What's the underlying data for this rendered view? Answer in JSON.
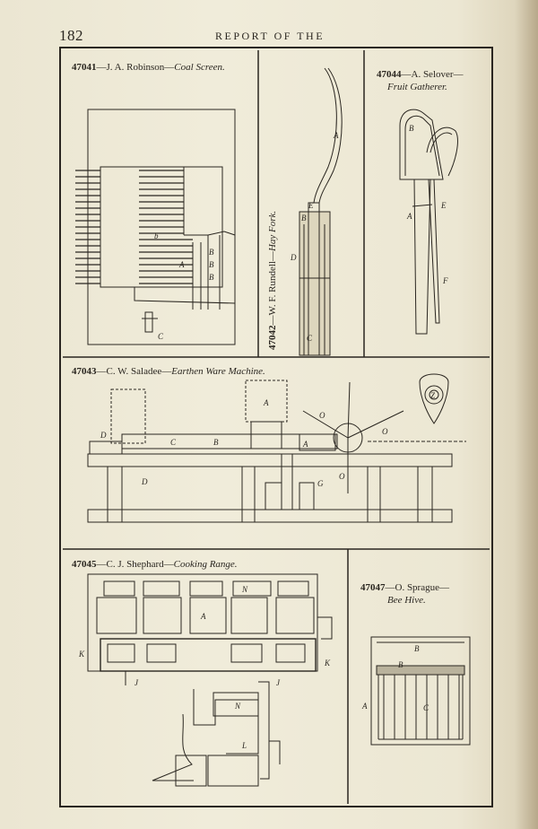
{
  "header": {
    "page_number": "182",
    "running_title": "REPORT OF THE"
  },
  "figures": [
    {
      "patent_no": "47041",
      "sep": "—",
      "inventor": "J. A. Robinson",
      "title": "Coal Screen."
    },
    {
      "patent_no": "47042",
      "sep": "—",
      "inventor": "W. F. Rundell",
      "title": "Hay Fork."
    },
    {
      "patent_no": "47044",
      "sep": "—",
      "inventor": "A. Selover",
      "title": "Fruit Gatherer."
    },
    {
      "patent_no": "47043",
      "sep": "—",
      "inventor": "C. W. Saladee",
      "title": "Earthen Ware Machine."
    },
    {
      "patent_no": "47045",
      "sep": "—",
      "inventor": "C. J. Shephard",
      "title": "Cooking Range."
    },
    {
      "patent_no": "47047",
      "sep": "—",
      "inventor": "O. Sprague",
      "title": "Bee Hive."
    }
  ],
  "figure_letters": {
    "coal_screen": [
      "b",
      "A",
      "B",
      "B",
      "B",
      "C"
    ],
    "hay_fork": [
      "A",
      "D",
      "E",
      "B",
      "C"
    ],
    "fruit_gatherer": [
      "B",
      "A",
      "E",
      "F"
    ],
    "earthen_ware": [
      "A",
      "O",
      "O",
      "Z",
      "D",
      "C",
      "B",
      "A",
      "D",
      "O",
      "G"
    ],
    "cooking_range": [
      "N",
      "A",
      "K",
      "K",
      "J",
      "J",
      "N",
      "L"
    ],
    "bee_hive": [
      "B",
      "B",
      "A",
      "C"
    ]
  }
}
